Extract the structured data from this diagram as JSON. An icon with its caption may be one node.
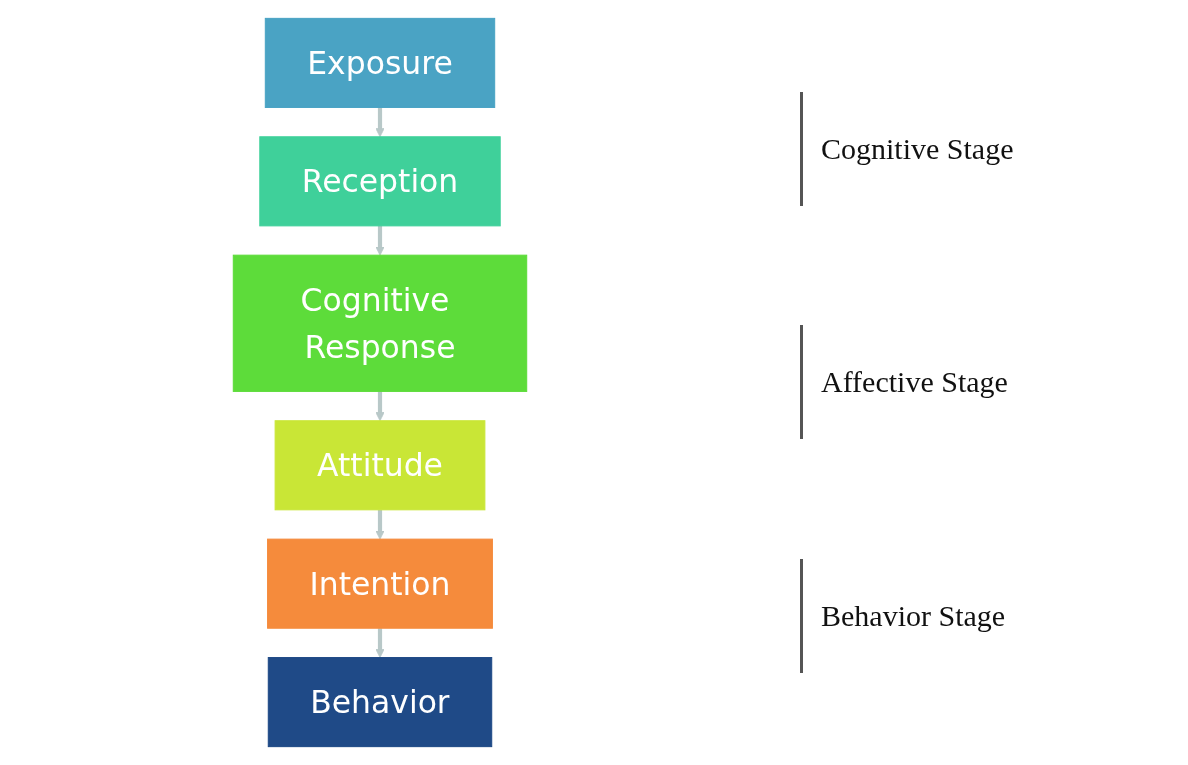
{
  "diagram": {
    "nodes": [
      {
        "text": [
          "Exposure"
        ]
      },
      {
        "text": [
          "Reception"
        ]
      },
      {
        "text": [
          "Cognitive Response"
        ]
      },
      {
        "text": [
          "Attitude"
        ]
      },
      {
        "text": [
          "Intention"
        ]
      },
      {
        "text": [
          "Behavior"
        ]
      }
    ],
    "edges": [
      {
        "from": 0,
        "to": 1,
        "arrow": "to"
      },
      {
        "from": 1,
        "to": 2,
        "arrow": "to"
      },
      {
        "from": 2,
        "to": 3,
        "arrow": "to"
      },
      {
        "from": 3,
        "to": 4,
        "arrow": "to"
      },
      {
        "from": 4,
        "to": 5,
        "arrow": "to"
      }
    ],
    "labels": [
      "Cognitive Stage",
      "Affective Stage",
      "Behavior Stage"
    ]
  }
}
